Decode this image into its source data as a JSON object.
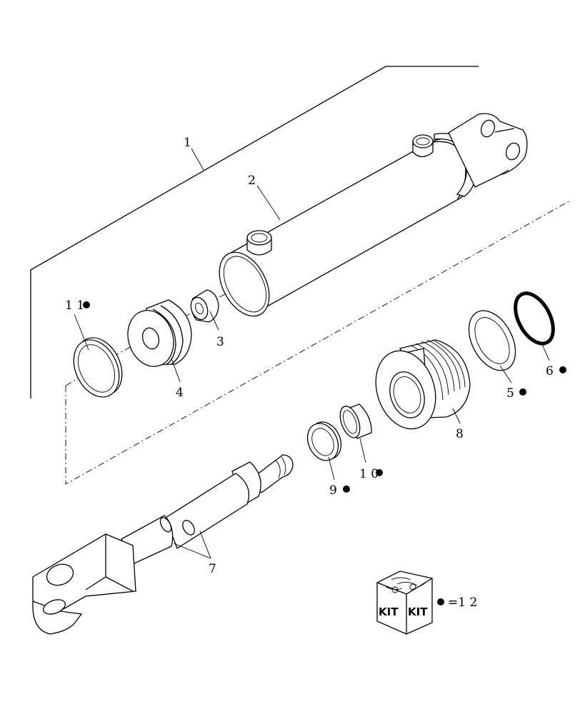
{
  "callouts": {
    "c1": "1",
    "c2": "2",
    "c3": "3",
    "c4": "4",
    "c5": "5",
    "c6": "6",
    "c7": "7",
    "c8": "8",
    "c9": "9",
    "c10": "1 0",
    "c11": "1 1"
  },
  "kit": {
    "label_left": "KIT",
    "label_right": "KIT",
    "legend": "=1 2"
  }
}
